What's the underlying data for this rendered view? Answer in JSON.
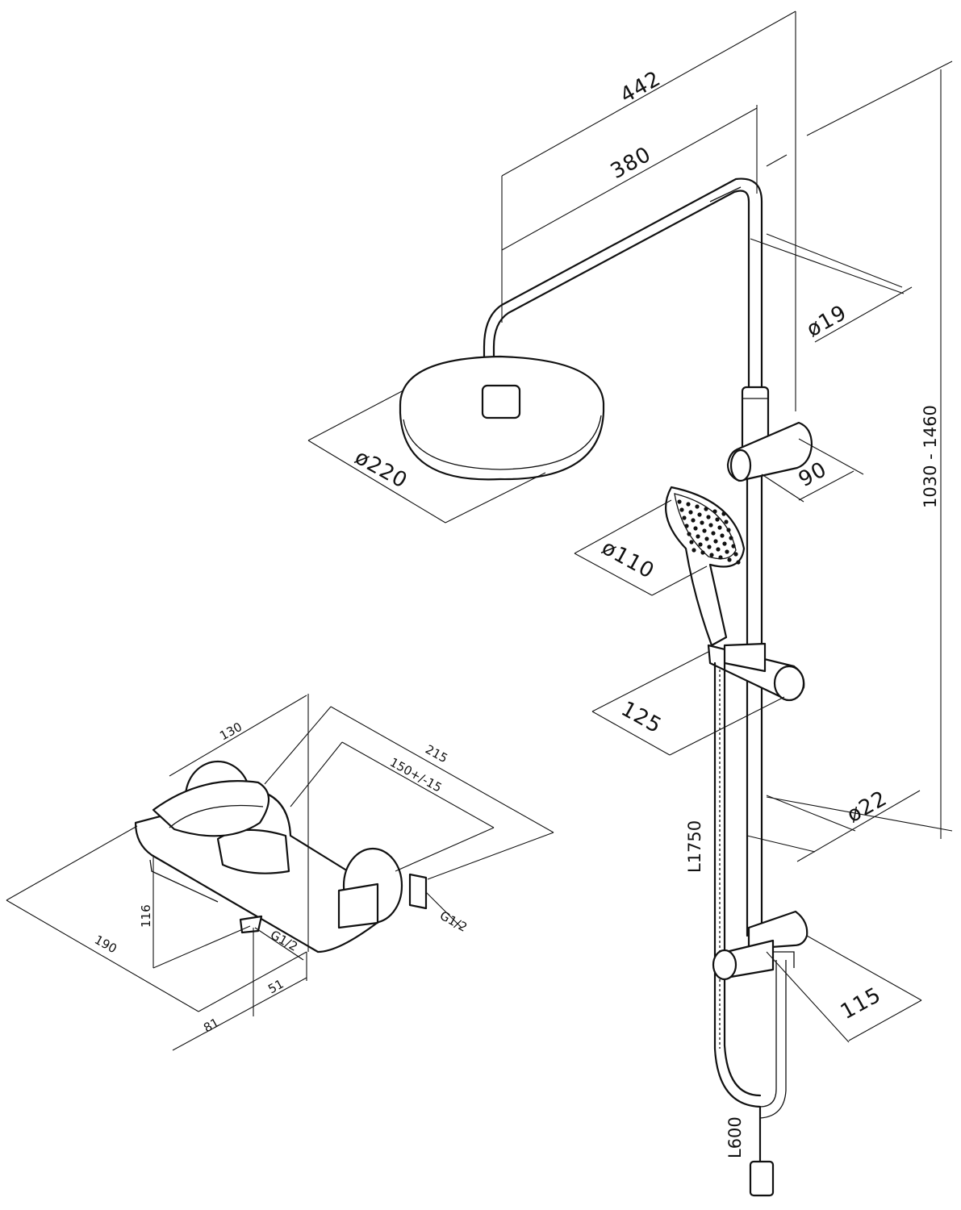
{
  "dimensions": {
    "arm_outer": "442",
    "arm_inner": "380",
    "pipe_dia": "ø19",
    "height_range": "1030 - 1460",
    "rain_head_dia": "ø220",
    "holder_depth": "90",
    "hand_shower_dia": "ø110",
    "slider_depth": "125",
    "rail_dia": "ø22",
    "hose_long": "L1750",
    "bottom_depth": "115",
    "hose_short": "L600",
    "mixer_width": "130",
    "mixer_spacing_outer": "215",
    "mixer_spacing": "150+/-15",
    "mixer_height": "116",
    "mixer_depth": "190",
    "mixer_offset_a": "81",
    "mixer_offset_b": "51",
    "thread_outlet": "G1/2",
    "thread_inlet": "G1/2"
  }
}
